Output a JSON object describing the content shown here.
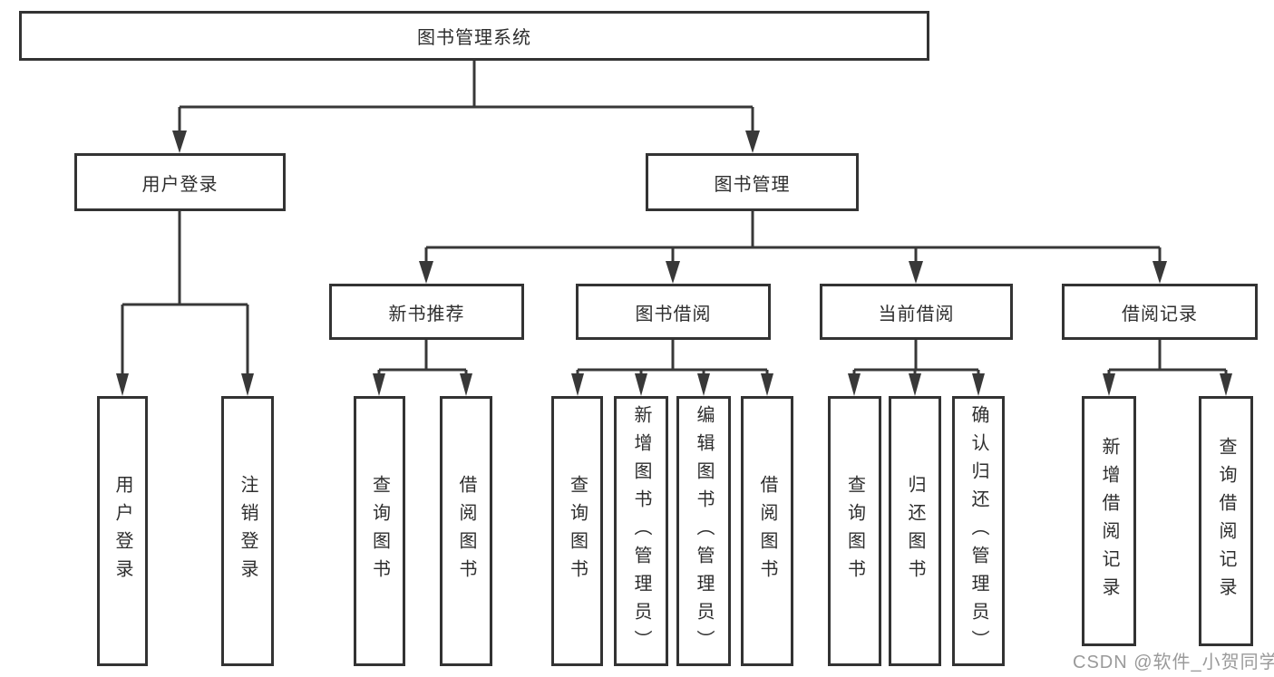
{
  "diagram": {
    "root": {
      "label": "图书管理系统"
    },
    "level2": [
      {
        "id": "user-login",
        "label": "用户登录"
      },
      {
        "id": "book-management",
        "label": "图书管理"
      }
    ],
    "level3": [
      {
        "id": "new-book-recommendation",
        "label": "新书推荐"
      },
      {
        "id": "book-borrowing",
        "label": "图书借阅"
      },
      {
        "id": "current-borrowing",
        "label": "当前借阅"
      },
      {
        "id": "borrowing-records",
        "label": "借阅记录"
      }
    ],
    "leaves": {
      "user_login_group": [
        "用户登录",
        "注销登录"
      ],
      "new_book_group": [
        "查询图书",
        "借阅图书"
      ],
      "book_borrow_group": [
        "查询图书",
        "新增图书（管理员）",
        "编辑图书（管理员）",
        "借阅图书"
      ],
      "current_borrow_group": [
        "查询图书",
        "归还图书",
        "确认归还（管理员）"
      ],
      "records_group": [
        "新增借阅记录",
        "查询借阅记录"
      ]
    }
  },
  "watermark": {
    "text": "CSDN @软件_小贺同学"
  },
  "colors": {
    "line": "#383838",
    "border": "#333333",
    "text": "#2e2e2e",
    "watermark_gray": "#9a9a9a",
    "background": "#ffffff"
  }
}
